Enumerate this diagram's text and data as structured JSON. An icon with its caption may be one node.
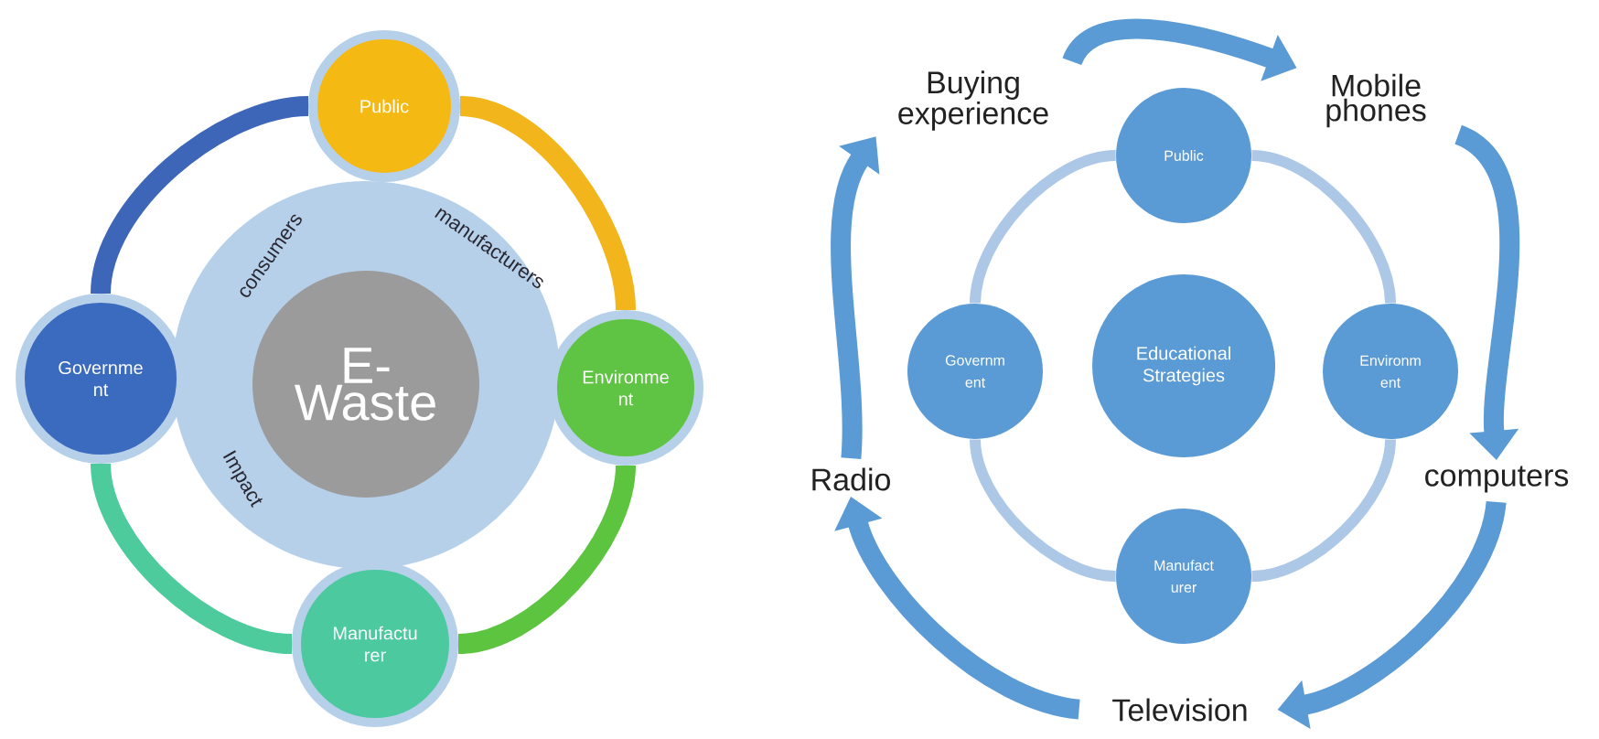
{
  "diagram": {
    "nodes": [
      {
        "text": [
          "E- Waste"
        ]
      },
      {
        "text": [
          "Public"
        ]
      },
      {
        "text": [
          "Environme nt"
        ]
      },
      {
        "text": [
          "Manufactu rer"
        ]
      },
      {
        "text": [
          "Governme nt"
        ]
      },
      {
        "text": [
          "Educational Strategies"
        ]
      },
      {
        "text": [
          "Public"
        ]
      },
      {
        "text": [
          "Environm ent"
        ]
      },
      {
        "text": [
          "Manufact urer"
        ]
      },
      {
        "text": [
          "Governm ent"
        ]
      },
      {
        "text": [
          "Buying experience"
        ]
      },
      {
        "text": [
          "Mobile phones"
        ]
      },
      {
        "text": [
          "computers"
        ]
      },
      {
        "text": [
          "Television"
        ]
      },
      {
        "text": [
          "Radio"
        ]
      }
    ],
    "edges": [
      {
        "from": 1,
        "to": 2,
        "arrow": "none",
        "color": "#f2b61c"
      },
      {
        "from": 2,
        "to": 3,
        "arrow": "none",
        "color": "#5cc43e"
      },
      {
        "from": 3,
        "to": 4,
        "arrow": "none",
        "color": "#4ecb9c"
      },
      {
        "from": 4,
        "to": 1,
        "arrow": "none",
        "color": "#3d66b8"
      },
      {
        "from": 6,
        "to": 7,
        "arrow": "none",
        "color": "#adc8e6"
      },
      {
        "from": 7,
        "to": 8,
        "arrow": "none",
        "color": "#adc8e6"
      },
      {
        "from": 8,
        "to": 9,
        "arrow": "none",
        "color": "#adc8e6"
      },
      {
        "from": 9,
        "to": 6,
        "arrow": "none",
        "color": "#adc8e6"
      },
      {
        "from": 10,
        "to": 11,
        "arrow": "to"
      },
      {
        "from": 11,
        "to": 12,
        "arrow": "to"
      },
      {
        "from": 12,
        "to": 13,
        "arrow": "to"
      },
      {
        "from": 13,
        "to": 14,
        "arrow": "to"
      },
      {
        "from": 14,
        "to": 10,
        "arrow": "to"
      }
    ],
    "labels": [
      "consumers",
      "manufacturers",
      "Impact"
    ]
  }
}
